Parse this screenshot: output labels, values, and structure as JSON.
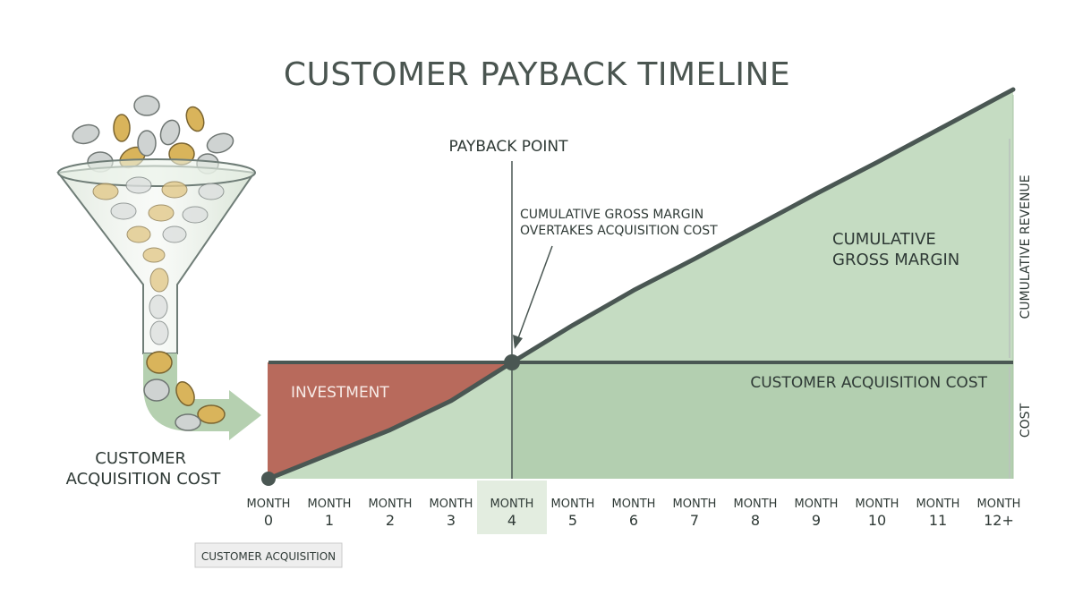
{
  "title": "CUSTOMER PAYBACK TIMELINE",
  "payback_label": "PAYBACK POINT",
  "annotation_lines": [
    "CUMULATIVE GROSS MARGIN",
    "OVERTAKES ACQUISITION COST"
  ],
  "margin_area_lines": [
    "CUMULATIVE",
    "GROSS MARGIN"
  ],
  "investment_label": "INVESTMENT",
  "cac_line_label": "CUSTOMER ACQUISITION COST",
  "right_axis_revenue": "CUMULATIVE REVENUE",
  "right_axis_cost": "COST",
  "funnel_label_lines": [
    "CUSTOMER",
    "ACQUISITION COST"
  ],
  "acquisition_badge": "CUSTOMER ACQUISITION",
  "month_word": "MONTH",
  "months": [
    "0",
    "1",
    "2",
    "3",
    "4",
    "5",
    "6",
    "7",
    "8",
    "9",
    "10",
    "11",
    "12+"
  ],
  "highlighted_month": "4",
  "colors": {
    "investment": "#b86a5c",
    "margin_area": "#c5dcc2",
    "margin_area_dark": "#b3cfb0",
    "line": "#4a5753",
    "highlight": "#e3ede0"
  },
  "chart_data": {
    "type": "area",
    "x": [
      "0",
      "1",
      "2",
      "3",
      "4",
      "5",
      "6",
      "7",
      "8",
      "9",
      "10",
      "11",
      "12+"
    ],
    "cac_level": 1,
    "series": [
      {
        "name": "CUMULATIVE GROSS MARGIN",
        "values": [
          0,
          0.21,
          0.42,
          0.67,
          1.0,
          1.32,
          1.62,
          1.89,
          2.17,
          2.45,
          2.72,
          3.0,
          3.28
        ]
      },
      {
        "name": "CUSTOMER ACQUISITION COST",
        "values": [
          1,
          1,
          1,
          1,
          1,
          1,
          1,
          1,
          1,
          1,
          1,
          1,
          1
        ]
      }
    ],
    "payback_month": "4"
  }
}
